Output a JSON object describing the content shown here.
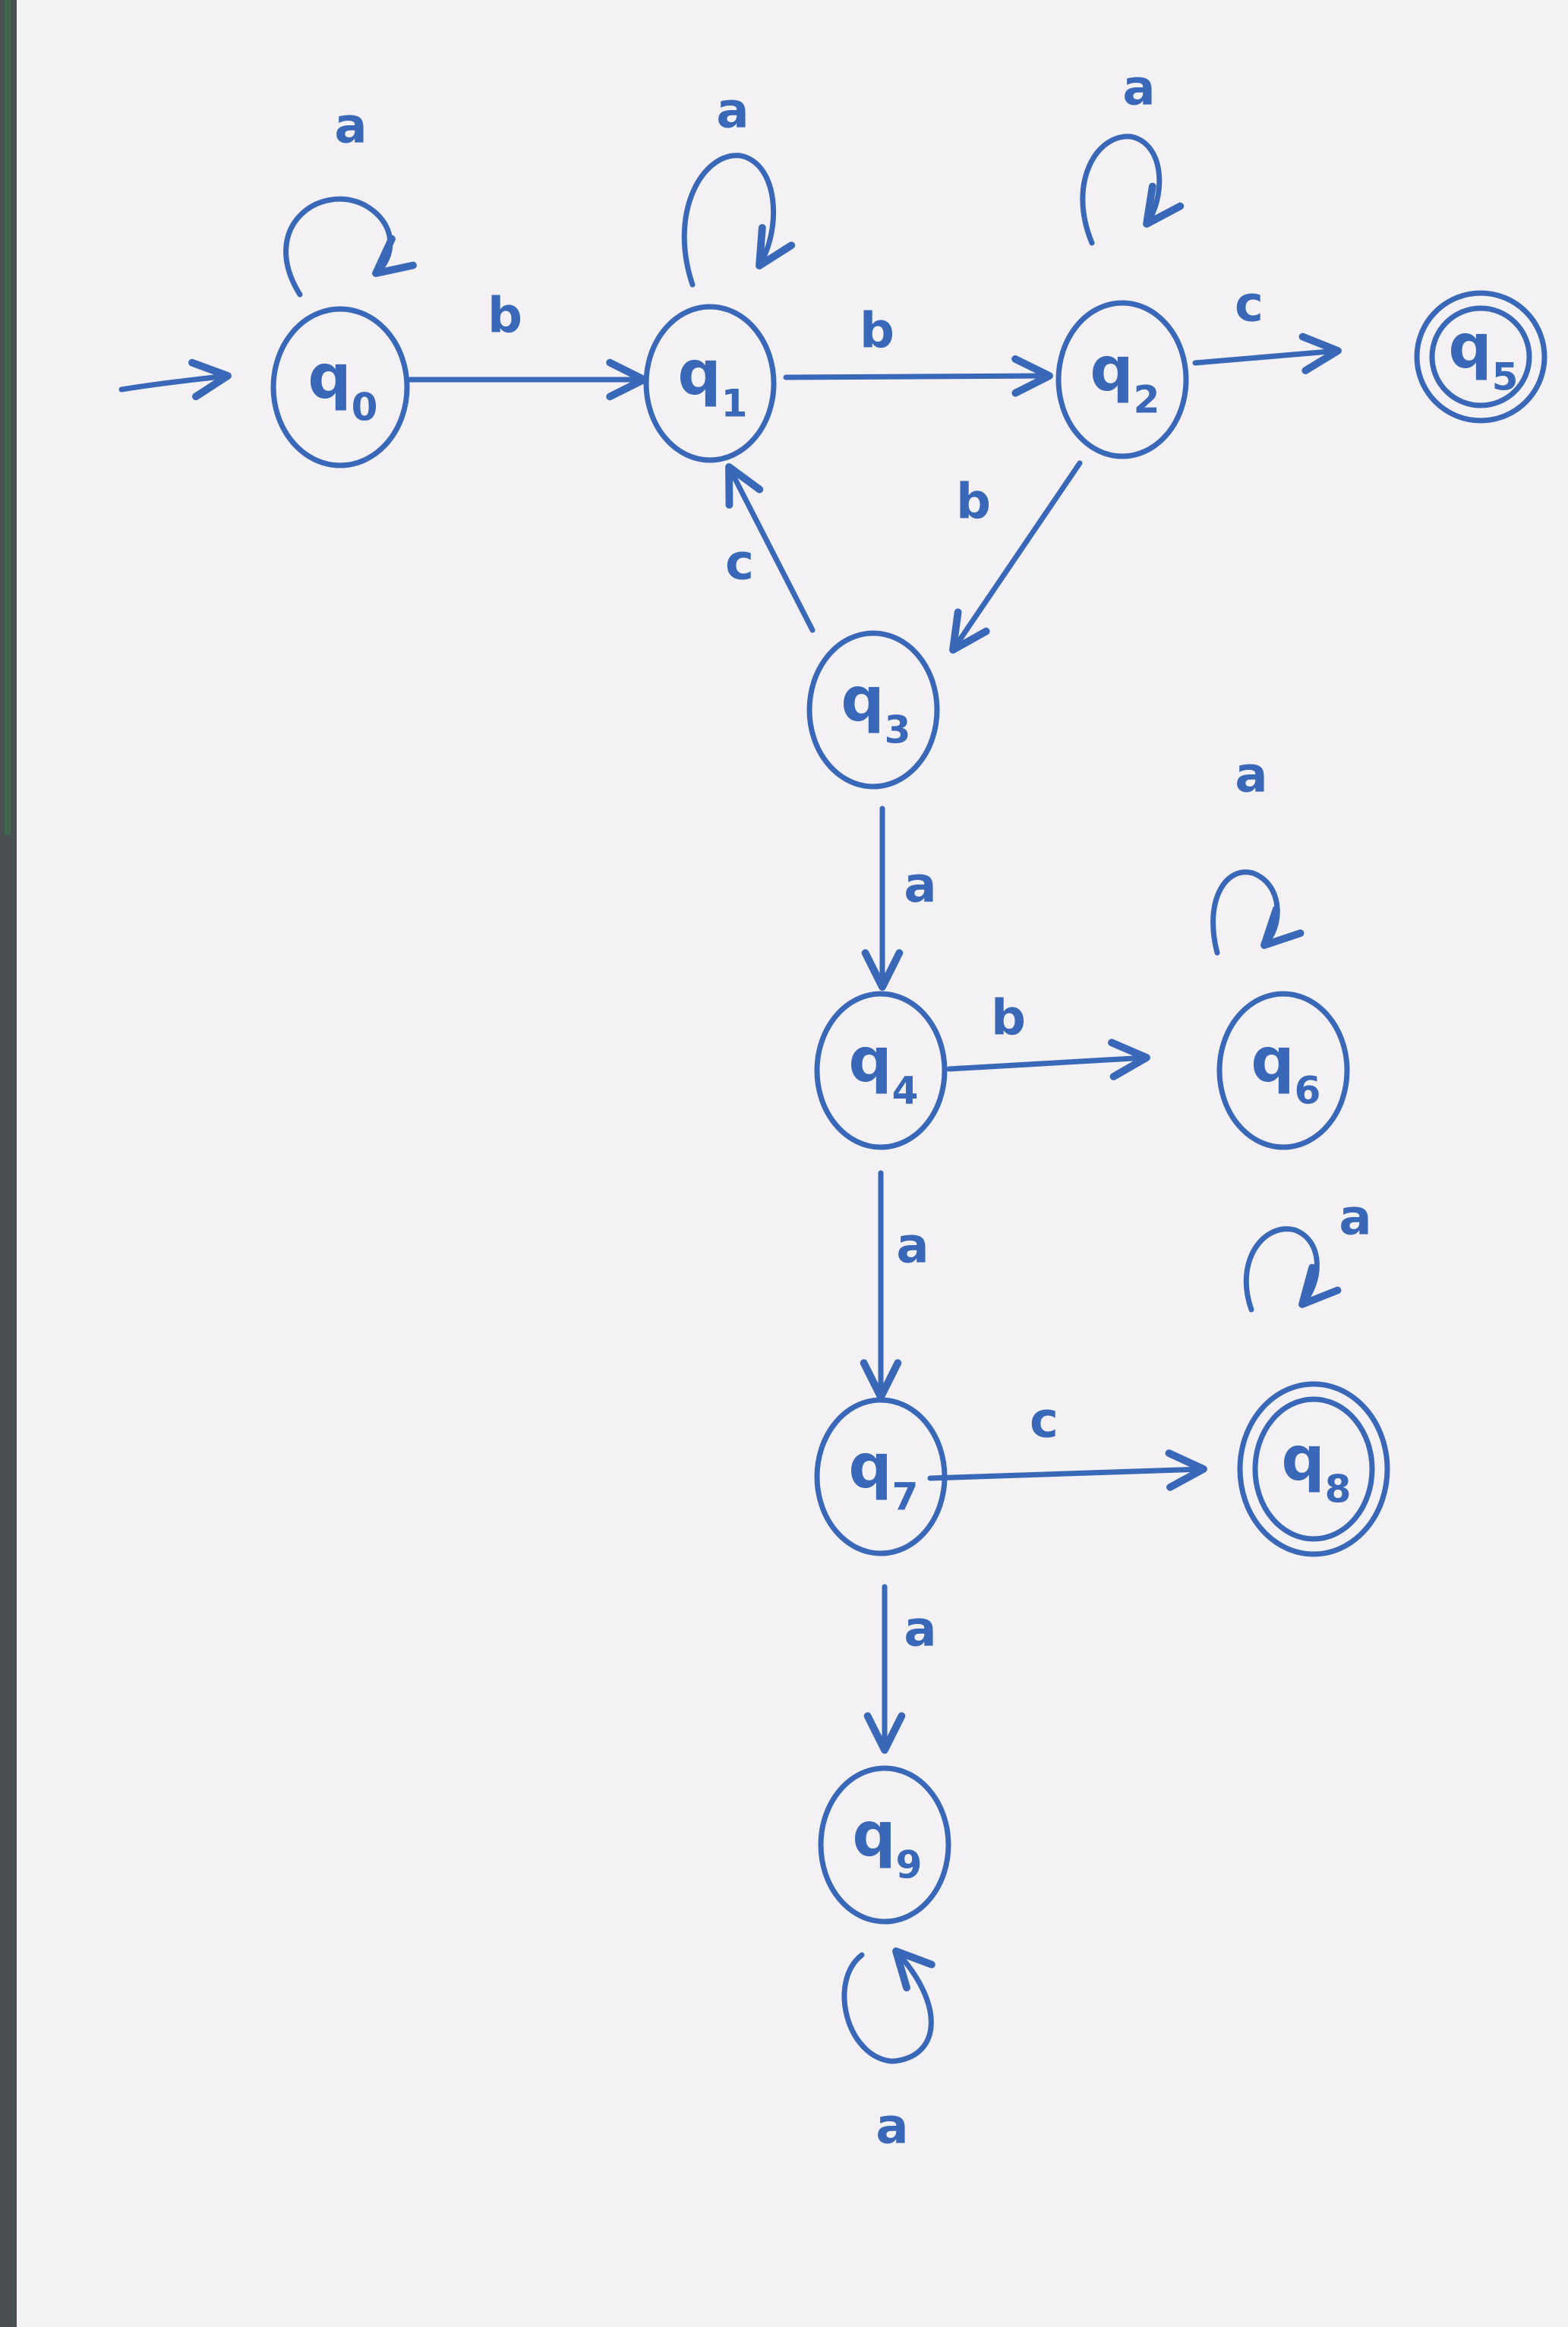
{
  "diagram": {
    "ink_color": "#3a68b8",
    "frame_color": "#4a4f52",
    "frame_accent_color": "#3a7a4c",
    "board_color": "#f3f1f3",
    "states": [
      {
        "id": "q0",
        "label": "q",
        "index": "0",
        "initial": true,
        "accepting": false
      },
      {
        "id": "q1",
        "label": "q",
        "index": "1",
        "initial": false,
        "accepting": false
      },
      {
        "id": "q2",
        "label": "q",
        "index": "2",
        "initial": false,
        "accepting": false
      },
      {
        "id": "q3",
        "label": "q",
        "index": "3",
        "initial": false,
        "accepting": false
      },
      {
        "id": "q4",
        "label": "q",
        "index": "4",
        "initial": false,
        "accepting": false
      },
      {
        "id": "q5",
        "label": "q",
        "index": "5",
        "initial": false,
        "accepting": true
      },
      {
        "id": "q6",
        "label": "q",
        "index": "6",
        "initial": false,
        "accepting": false
      },
      {
        "id": "q7",
        "label": "q",
        "index": "7",
        "initial": false,
        "accepting": false
      },
      {
        "id": "q8",
        "label": "q",
        "index": "8",
        "initial": false,
        "accepting": true
      },
      {
        "id": "q9",
        "label": "q",
        "index": "9",
        "initial": false,
        "accepting": false
      }
    ],
    "transitions": [
      {
        "from": "q0",
        "to": "q0",
        "symbol": "a"
      },
      {
        "from": "q0",
        "to": "q1",
        "symbol": "b"
      },
      {
        "from": "q1",
        "to": "q1",
        "symbol": "a"
      },
      {
        "from": "q1",
        "to": "q2",
        "symbol": "b"
      },
      {
        "from": "q2",
        "to": "q2",
        "symbol": "a"
      },
      {
        "from": "q2",
        "to": "q5",
        "symbol": "c"
      },
      {
        "from": "q2",
        "to": "q3",
        "symbol": "b"
      },
      {
        "from": "q3",
        "to": "q1",
        "symbol": "c"
      },
      {
        "from": "q3",
        "to": "q4",
        "symbol": "a"
      },
      {
        "from": "q4",
        "to": "q6",
        "symbol": "b"
      },
      {
        "from": "q6",
        "to": "q6",
        "symbol": "a"
      },
      {
        "from": "q4",
        "to": "q7",
        "symbol": "a"
      },
      {
        "from": "q7",
        "to": "q8",
        "symbol": "c"
      },
      {
        "from": "q8",
        "to": "q8",
        "symbol": "a"
      },
      {
        "from": "q7",
        "to": "q9",
        "symbol": "a"
      },
      {
        "from": "q9",
        "to": "q9",
        "symbol": "a"
      }
    ]
  }
}
